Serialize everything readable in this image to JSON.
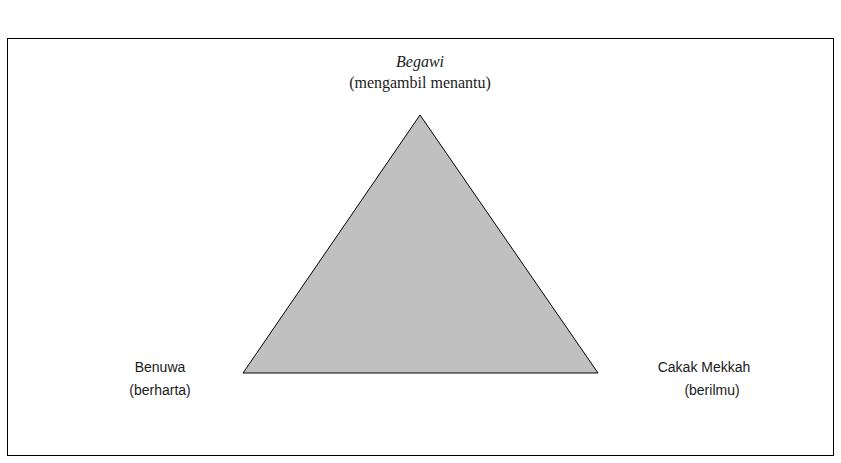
{
  "diagram": {
    "labels": [
      "Begawi",
      "(mengambil menantu)",
      "Benuwa",
      "(berharta)",
      "Cakak Mekkah",
      "(berilmu)"
    ]
  }
}
